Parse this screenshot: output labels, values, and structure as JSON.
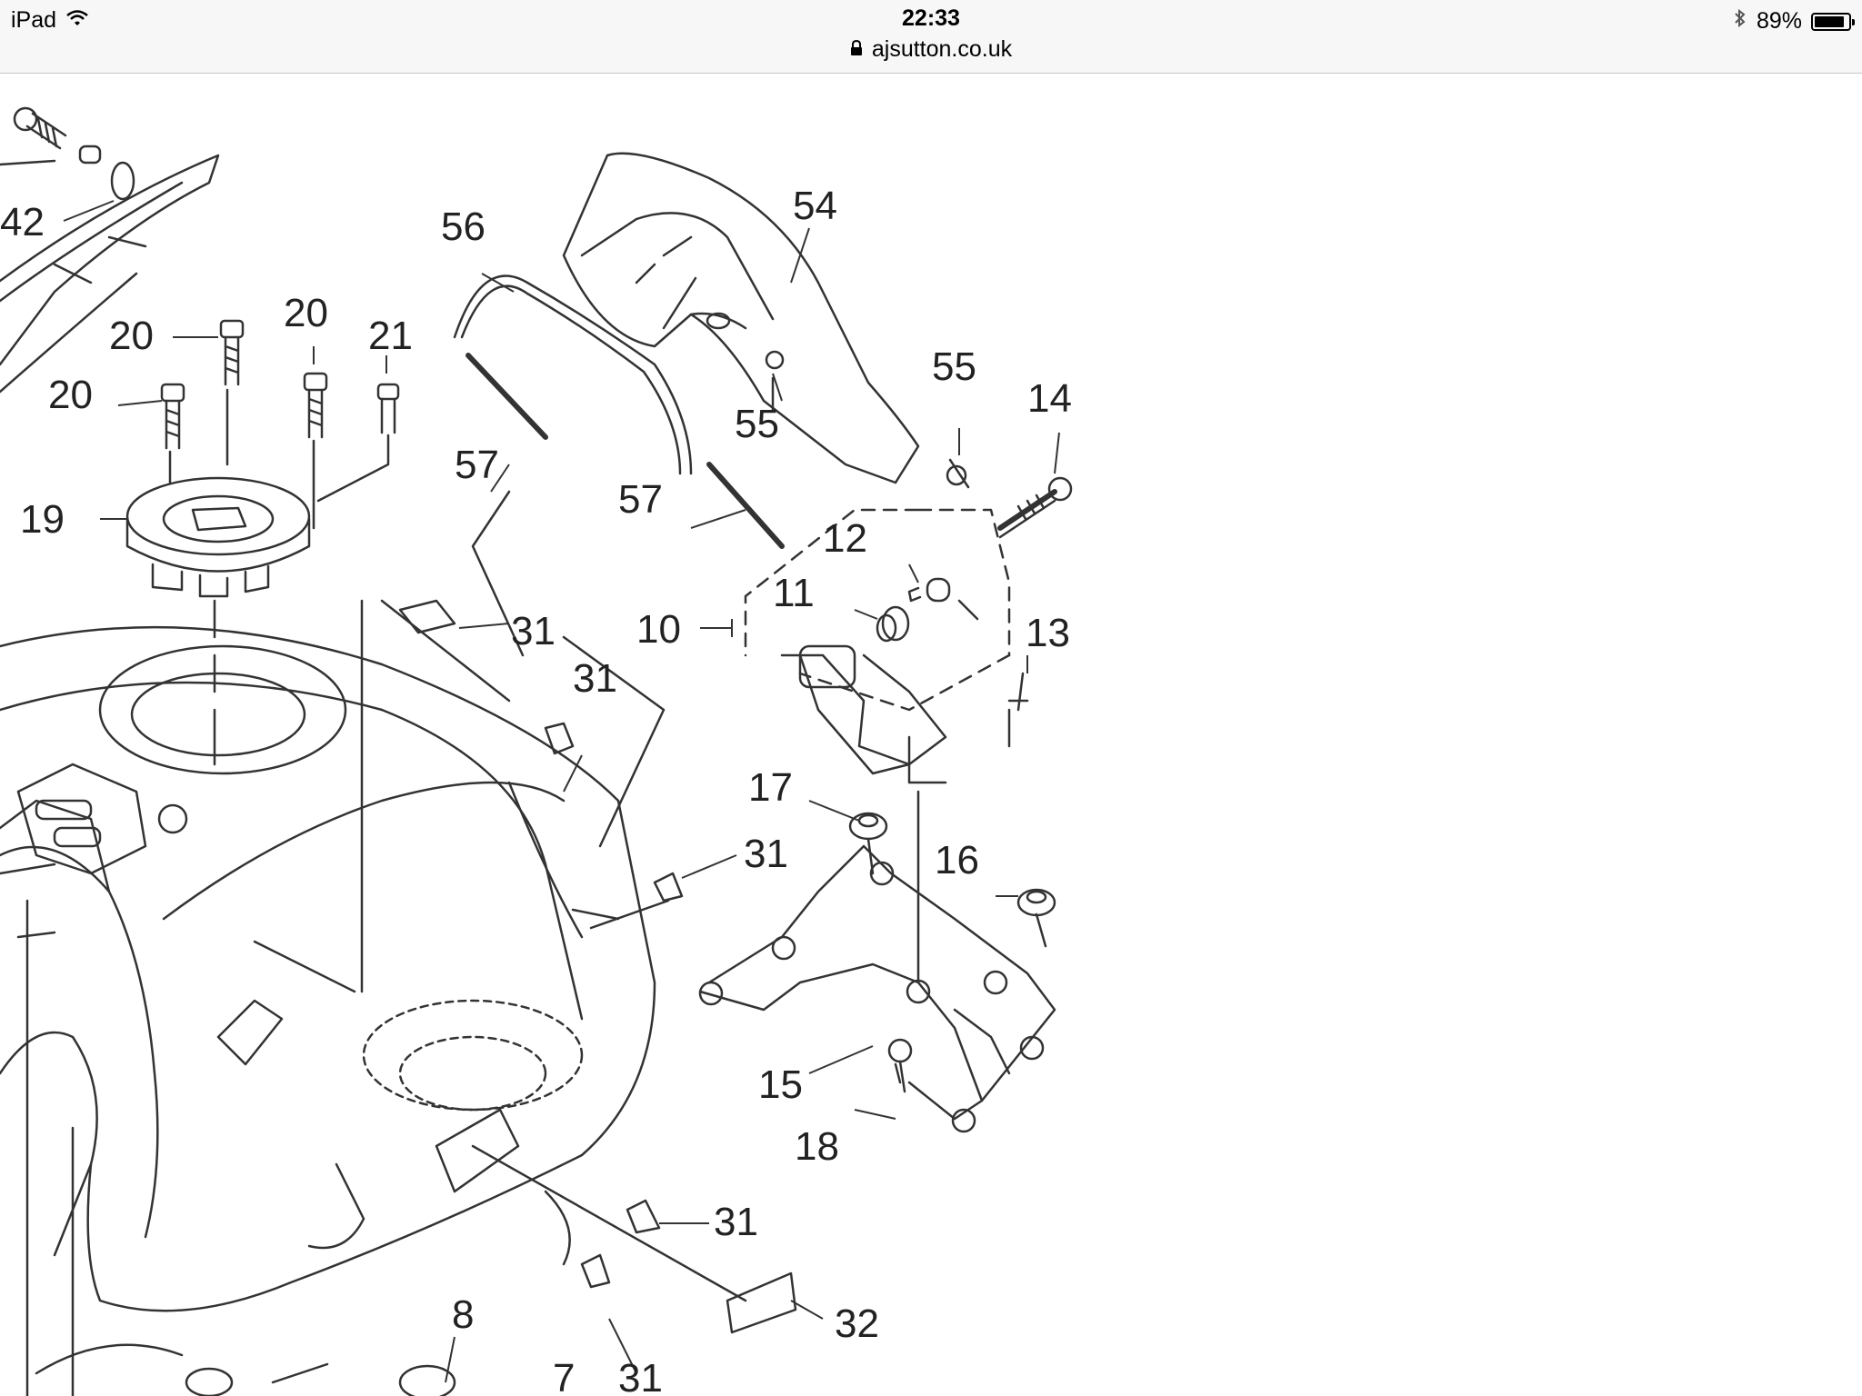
{
  "status_bar": {
    "device": "iPad",
    "time": "22:33",
    "battery_percent": "89%",
    "battery_level": 0.89,
    "icons": [
      "wifi-icon",
      "bluetooth-icon",
      "battery-icon",
      "lock-icon"
    ]
  },
  "address_bar": {
    "url": "ajsutton.co.uk"
  },
  "diagram": {
    "labels": {
      "p42": "42",
      "p20a": "20",
      "p20b": "20",
      "p20c": "20",
      "p21": "21",
      "p19": "19",
      "p56": "56",
      "p54": "54",
      "p57a": "57",
      "p57b": "57",
      "p55a": "55",
      "p55b": "55",
      "p14": "14",
      "p12": "12",
      "p11": "11",
      "p10": "10",
      "p13": "13",
      "p31a": "31",
      "p31b": "31",
      "p31c": "31",
      "p31d": "31",
      "p31e": "31",
      "p17": "17",
      "p16": "16",
      "p15": "15",
      "p18": "18",
      "p32": "32",
      "p8": "8",
      "p7": "7"
    }
  }
}
